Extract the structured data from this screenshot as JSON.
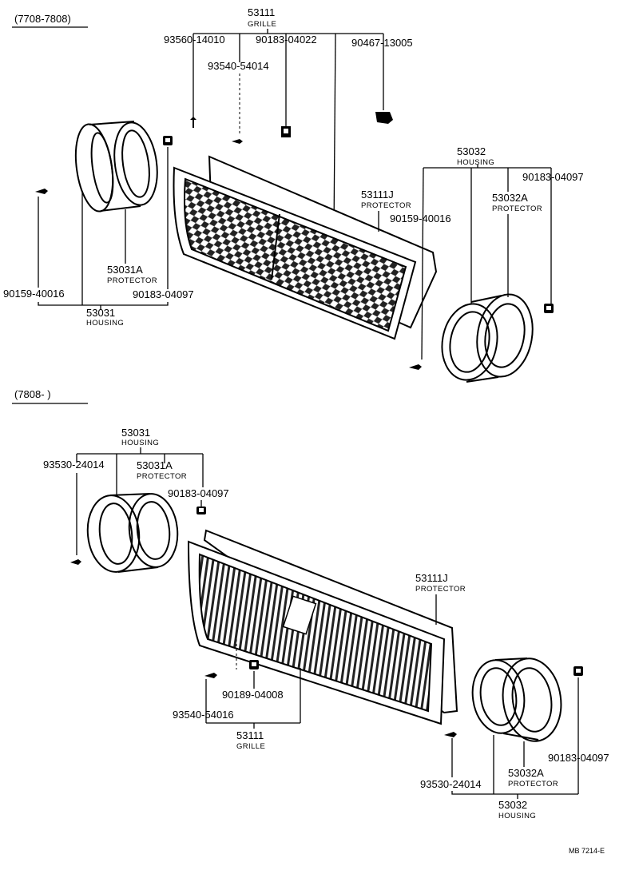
{
  "sections": [
    {
      "period": "(7708-7808)",
      "labels": {
        "grille_no": "53111",
        "grille_name": "GRILLE",
        "screw_a": "93560-14010",
        "screw_b": "93540-54014",
        "clip_a": "90183-04022",
        "clip_b": "90467-13005",
        "housing_r_no": "53032",
        "housing_r_name": "HOUSING",
        "clip_r": "90183-04097",
        "protector_r_no": "53032A",
        "protector_r_name": "PROTECTOR",
        "protector_g_no": "53111J",
        "protector_g_name": "PROTECTOR",
        "screw_r": "90159-40016",
        "protector_l_no": "53031A",
        "protector_l_name": "PROTECTOR",
        "screw_l": "90159-40016",
        "clip_l": "90183-04097",
        "housing_l_no": "53031",
        "housing_l_name": "HOUSING"
      }
    },
    {
      "period": "(7808-     )",
      "labels": {
        "housing_l_no": "53031",
        "housing_l_name": "HOUSING",
        "screw_l": "93530-24014",
        "protector_l_no": "53031A",
        "protector_l_name": "PROTECTOR",
        "clip_l": "90183-04097",
        "protector_g_no": "53111J",
        "protector_g_name": "PROTECTOR",
        "clip_b": "90189-04008",
        "screw_b": "93540-54016",
        "grille_no": "53111",
        "grille_name": "GRILLE",
        "clip_r": "90183-04097",
        "protector_r_no": "53032A",
        "protector_r_name": "PROTECTOR",
        "screw_r": "93530-24014",
        "housing_r_no": "53032",
        "housing_r_name": "HOUSING"
      }
    }
  ],
  "footer_code": "MB 7214-E"
}
